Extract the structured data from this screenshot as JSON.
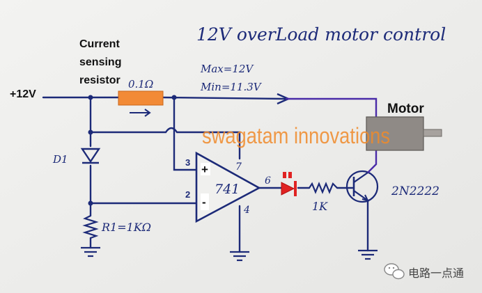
{
  "title": "12V overLoad motor control",
  "labels": {
    "supply": "+12V",
    "sense_heading": [
      "Current",
      "sensing",
      "resistor"
    ],
    "resistor_value": "0.1Ω",
    "max": "Max=12V",
    "min": "Min=11.3V",
    "diode": "D1",
    "r1": "R1=1KΩ",
    "opamp": "741",
    "pin3": "3",
    "pin2": "2",
    "pin7": "7",
    "pin4": "4",
    "pin6": "6",
    "plus": "+",
    "minus": "-",
    "base_resistor": "1K",
    "transistor": "2N2222",
    "motor": "Motor",
    "watermark": "swagatam innovations",
    "brand": "电路一点通"
  },
  "colors": {
    "ink": "#1c2a78",
    "resistor": "#f28a36",
    "led": "#e02222",
    "motor_wire": "#4a2ba8",
    "motor_body": "#8f8a86",
    "watermark": "#f08a2a"
  },
  "icons": {
    "brand": "wechat-icon"
  }
}
